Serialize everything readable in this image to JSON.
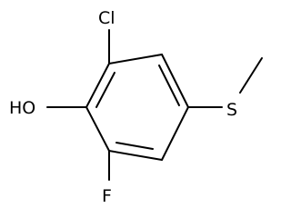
{
  "structure": {
    "atoms": {
      "cl": "Cl",
      "oh": "HO",
      "f": "F",
      "s": "S"
    }
  }
}
